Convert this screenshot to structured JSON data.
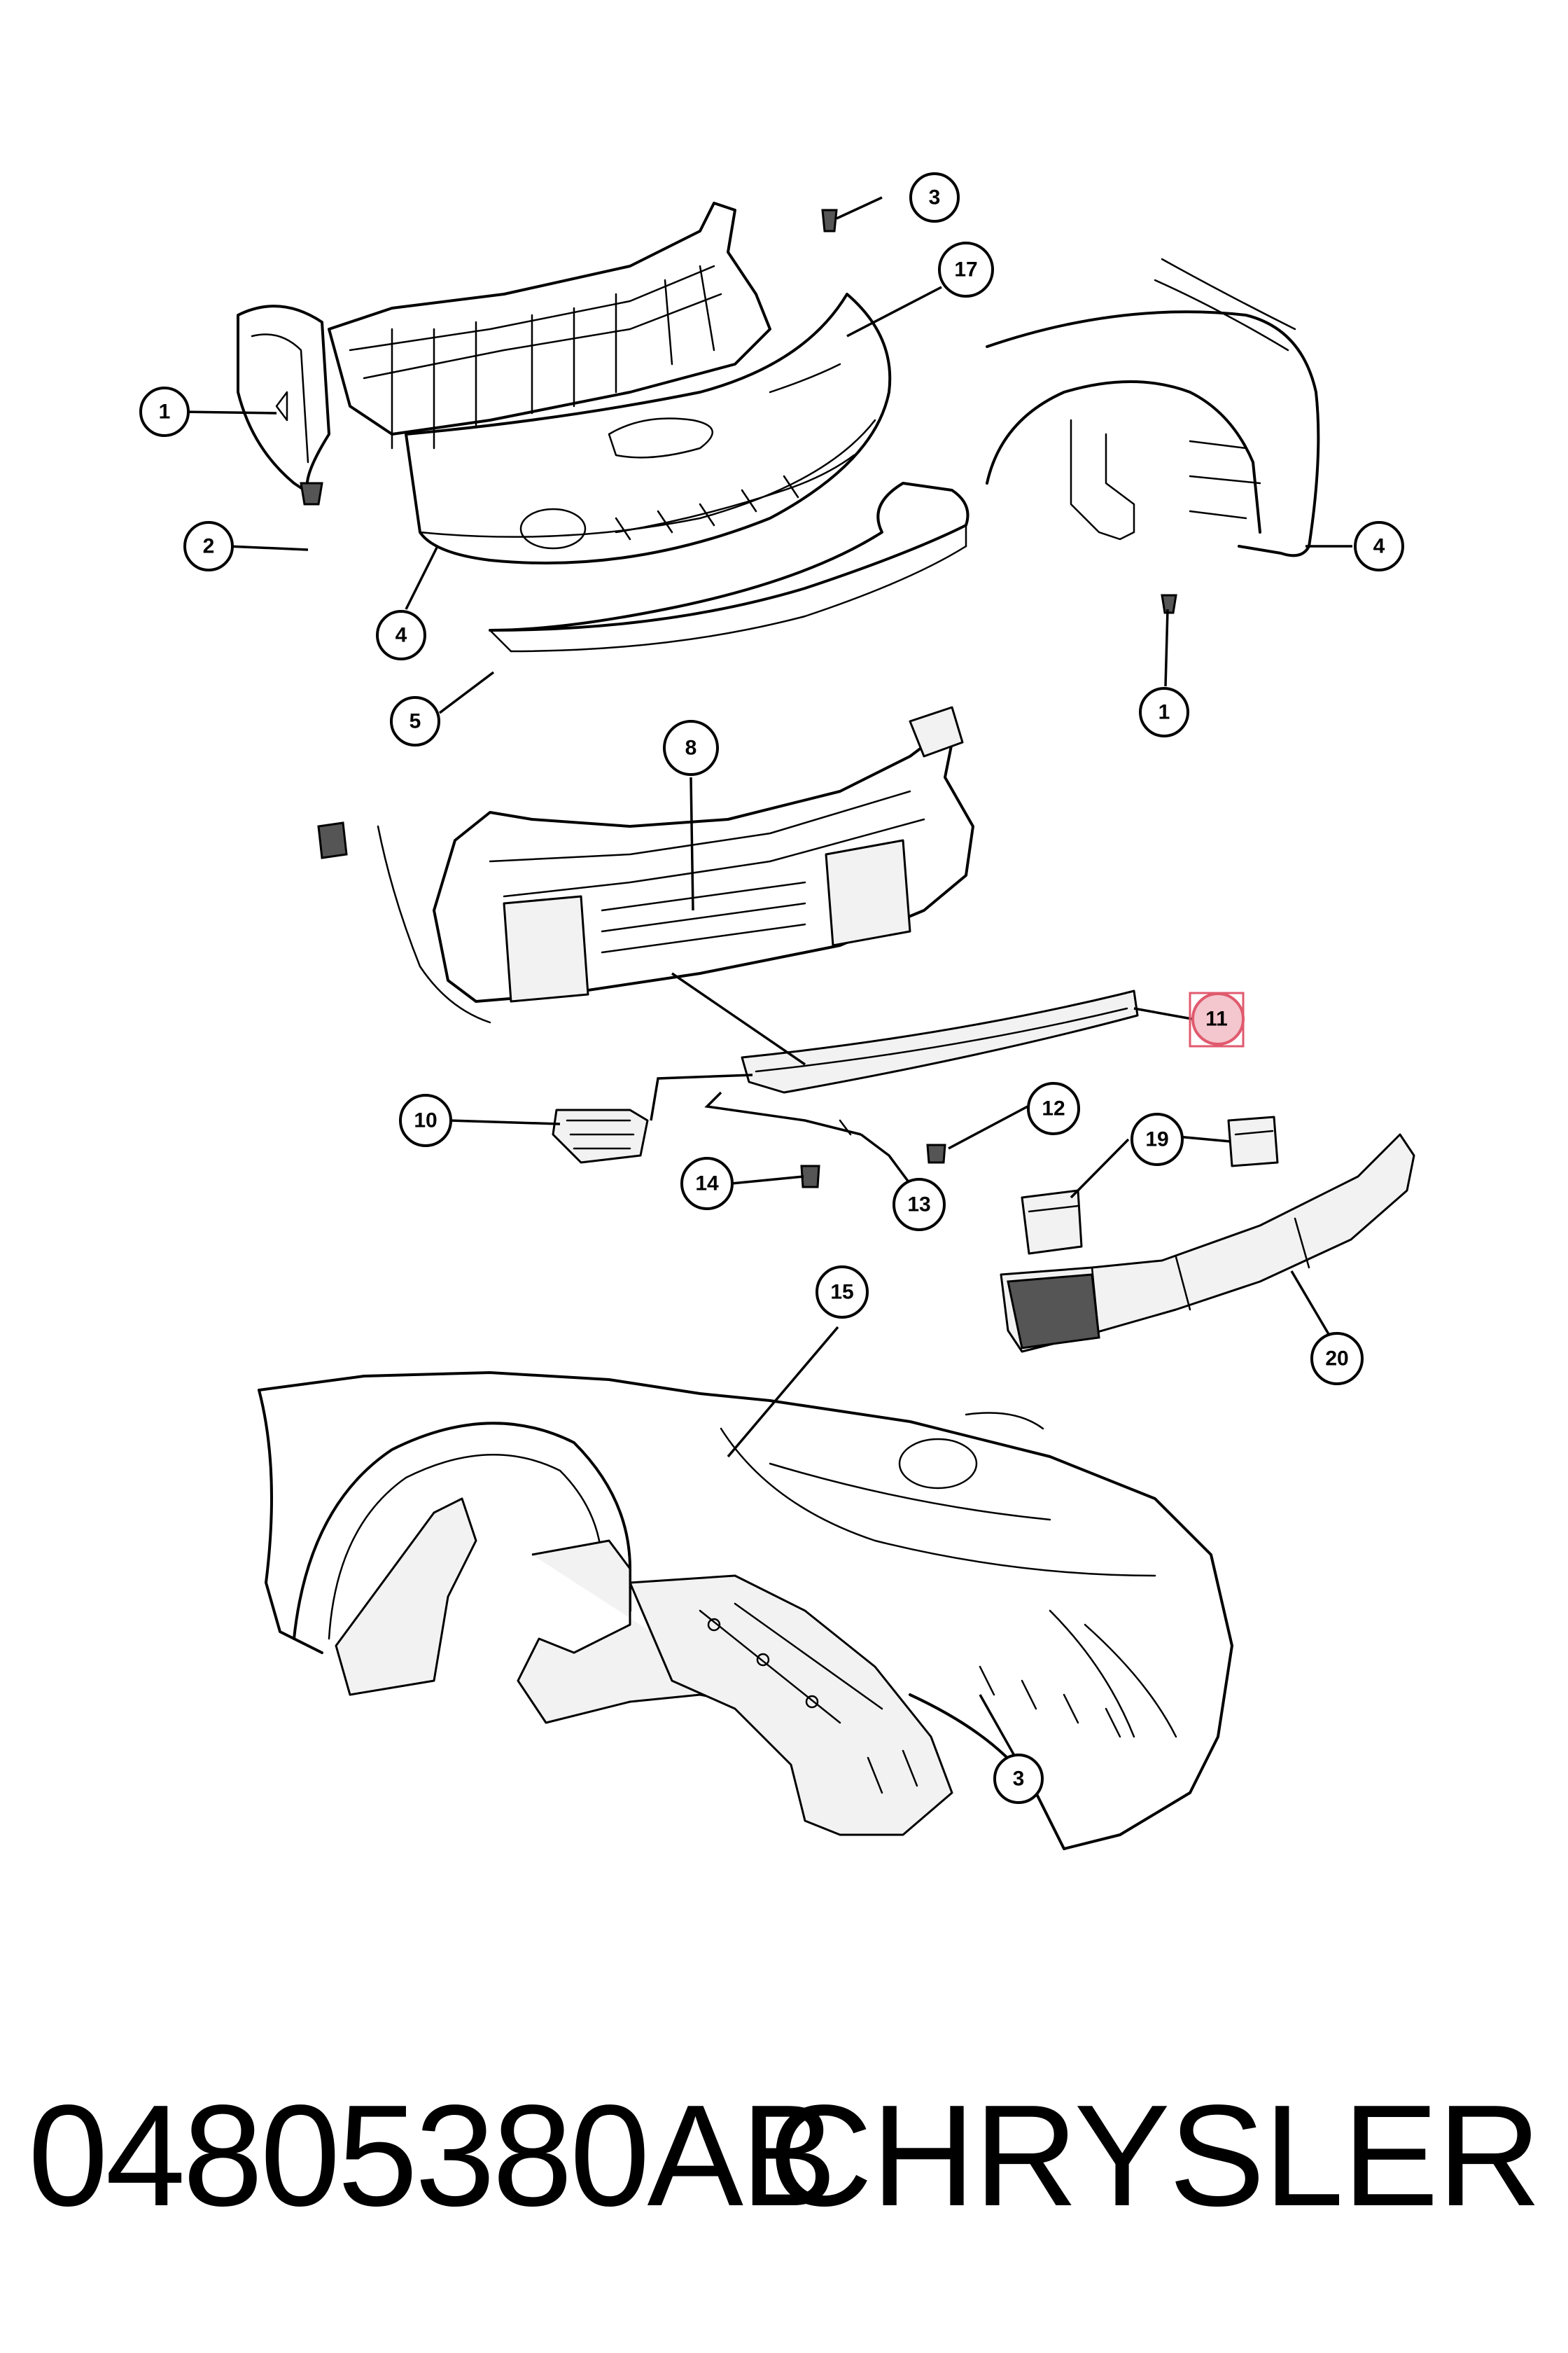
{
  "callouts": {
    "c1a": "1",
    "c2": "2",
    "c3a": "3",
    "c17": "17",
    "c4a": "4",
    "c5": "5",
    "c4b": "4",
    "c1b": "1",
    "c8": "8",
    "c11": "11",
    "c10": "10",
    "c12": "12",
    "c19": "19",
    "c14": "14",
    "c13": "13",
    "c20": "20",
    "c15": "15",
    "c3b": "3"
  },
  "highlight": {
    "callout": "11",
    "color": "#e05a6e"
  },
  "footer": {
    "part_number": "04805380AB",
    "brand": "CHRYSLER"
  }
}
